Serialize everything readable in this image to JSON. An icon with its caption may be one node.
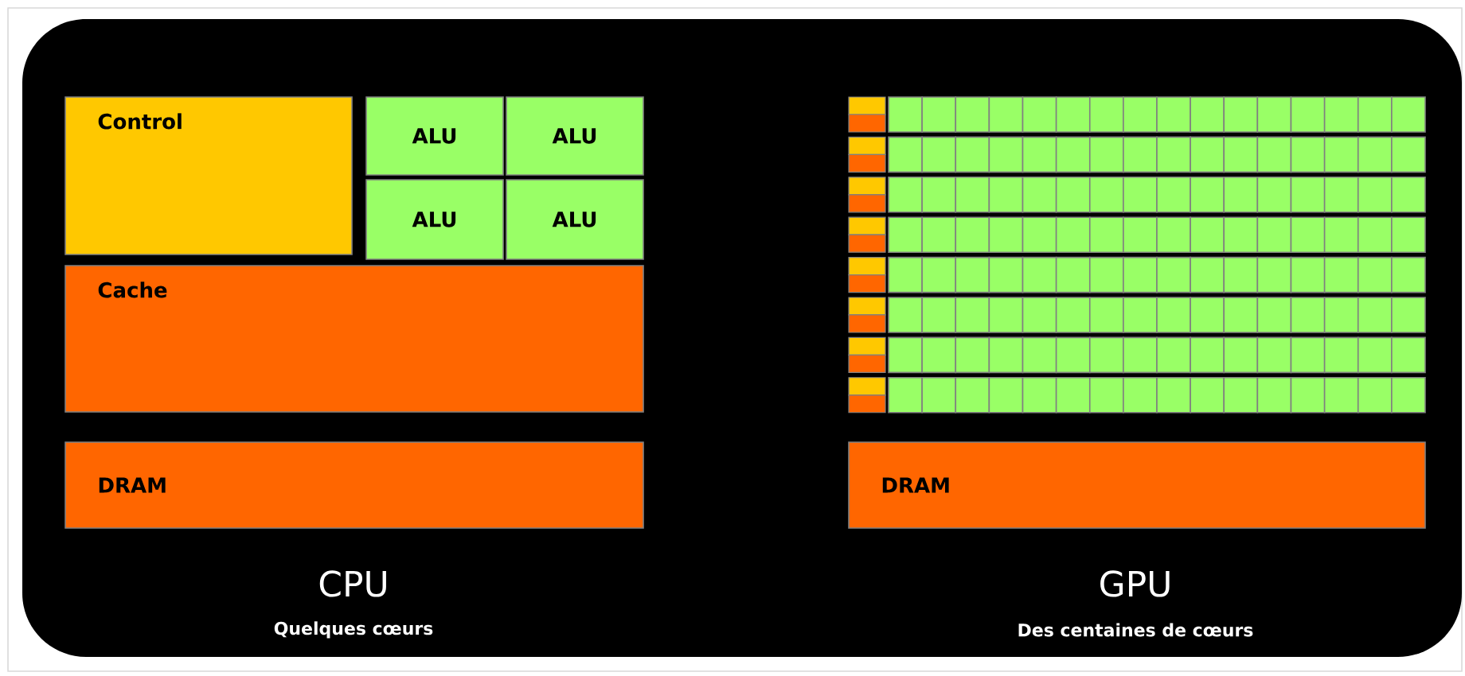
{
  "diagram": {
    "nodes": [
      {
        "text": [
          "Control"
        ]
      },
      {
        "text": [
          "ALU"
        ]
      },
      {
        "text": [
          "ALU"
        ]
      },
      {
        "text": [
          "ALU"
        ]
      },
      {
        "text": [
          "ALU"
        ]
      },
      {
        "text": [
          "Cache"
        ]
      },
      {
        "text": [
          "DRAM"
        ]
      },
      {
        "text": [
          "DRAM"
        ]
      }
    ],
    "labels": [
      "CPU",
      "Quelques cœurs",
      "GPU",
      "Des centaines de cœurs"
    ]
  }
}
